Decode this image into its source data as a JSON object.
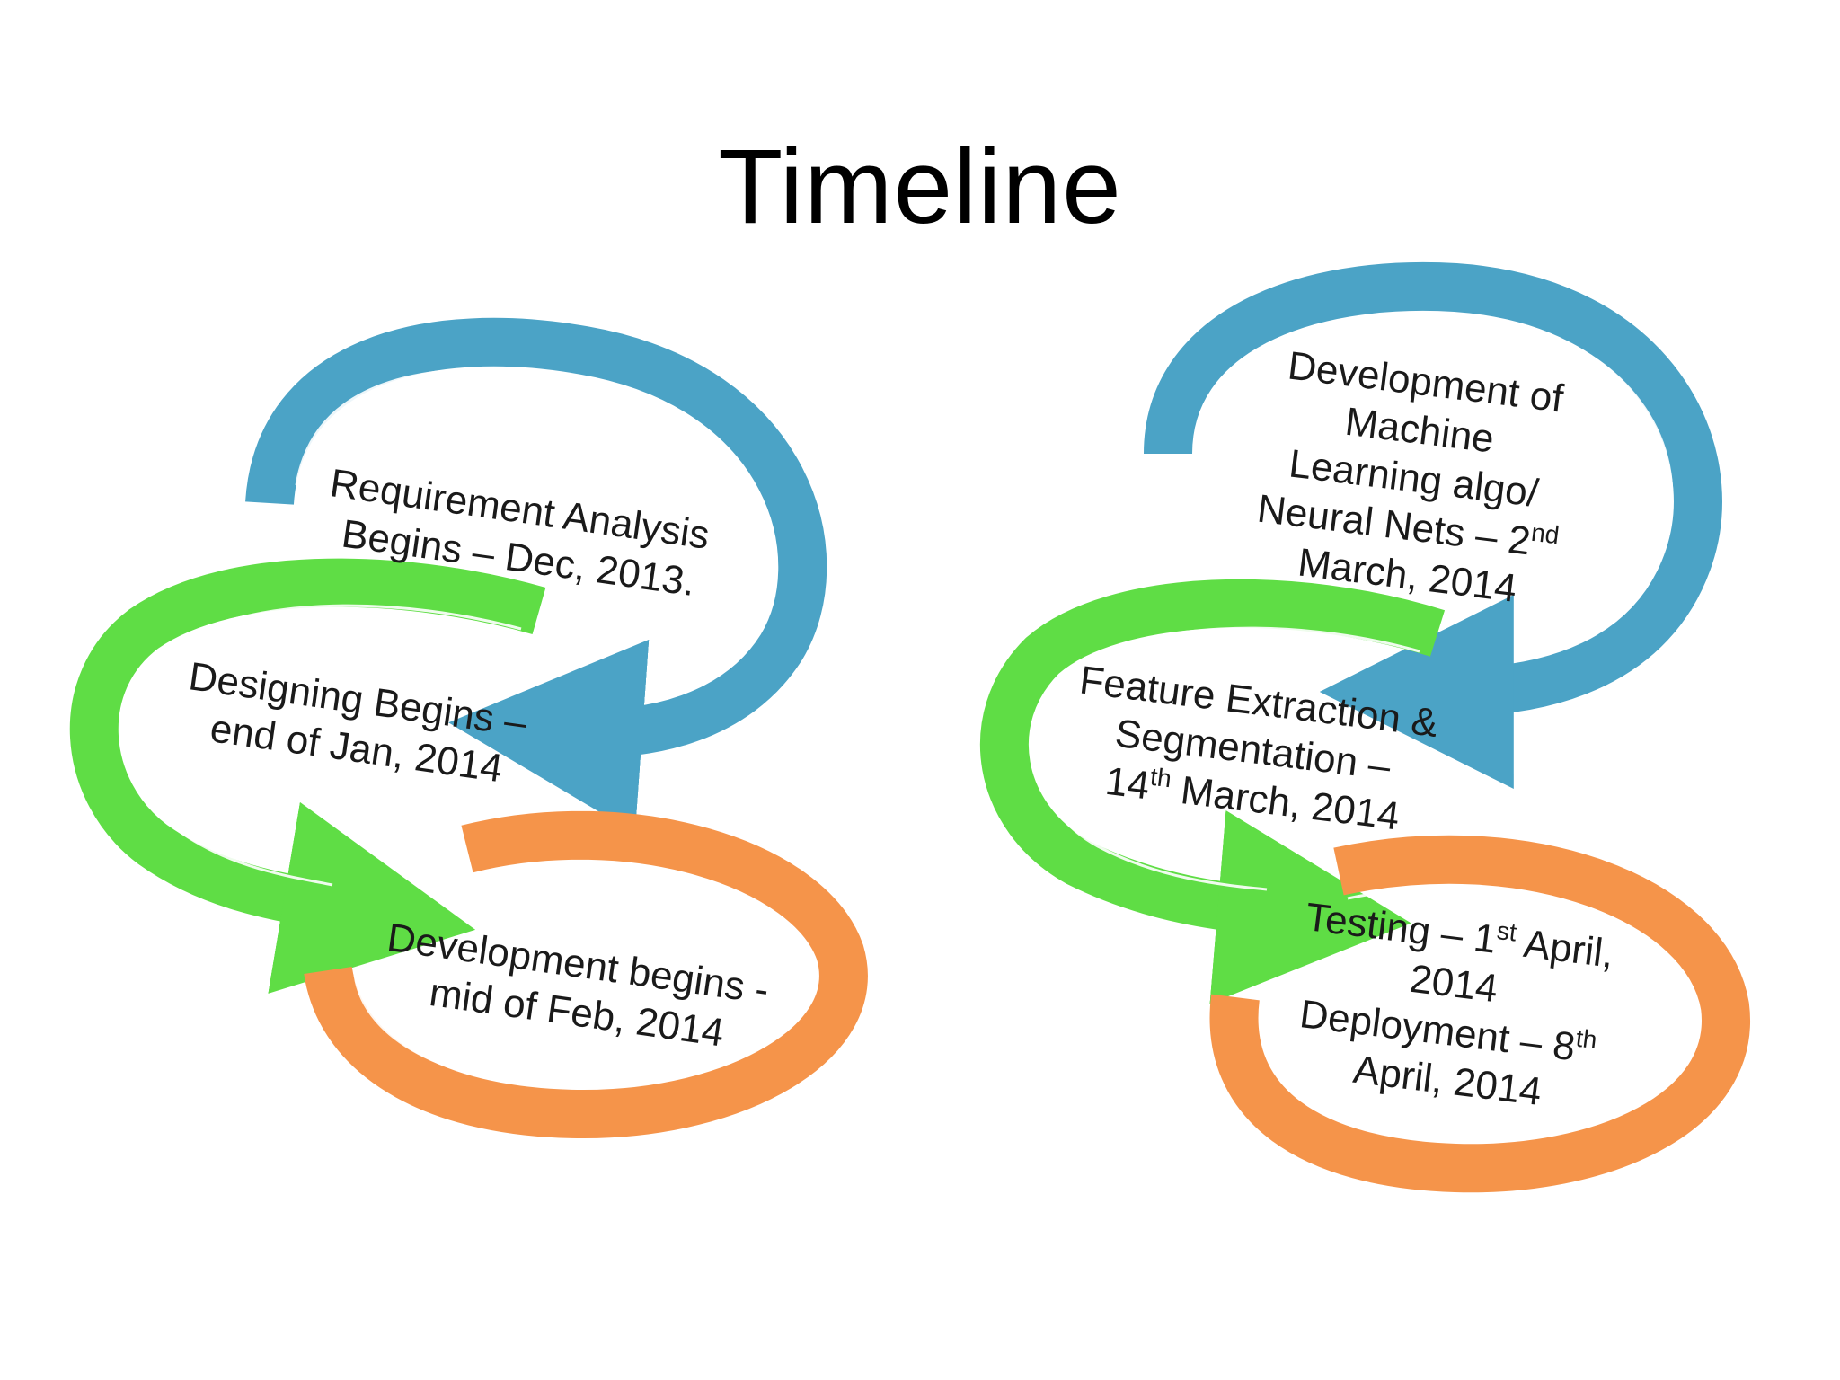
{
  "title": "Timeline",
  "colors": {
    "blue": "#4BA3C6",
    "green": "#5FDD45",
    "orange": "#F5944A",
    "text": "#1a1a1a"
  },
  "left_flow": {
    "step1": {
      "lines": [
        "Requirement Analysis",
        "Begins – Dec, 2013."
      ]
    },
    "step2": {
      "lines": [
        "Designing Begins –",
        "end of Jan, 2014"
      ]
    },
    "step3": {
      "lines": [
        "Development begins  -",
        "mid of Feb, 2014"
      ]
    }
  },
  "right_flow": {
    "step1": {
      "line1": "Development of",
      "line2": "Machine",
      "line3": "Learning algo/",
      "line4_main": "Neural Nets – 2",
      "line4_sup": "nd",
      "line5": "March, 2014"
    },
    "step2": {
      "line1": "Feature Extraction &",
      "line2": "Segmentation –",
      "line3_pre": "14",
      "line3_sup": "th",
      "line3_main": " March, 2014"
    },
    "step3": {
      "line1_main": "Testing – 1",
      "line1_sup": "st",
      "line1_post": " April,",
      "line2": "2014",
      "line3_main": "Deployment – 8",
      "line3_sup": "th",
      "line4": "April, 2014"
    }
  }
}
